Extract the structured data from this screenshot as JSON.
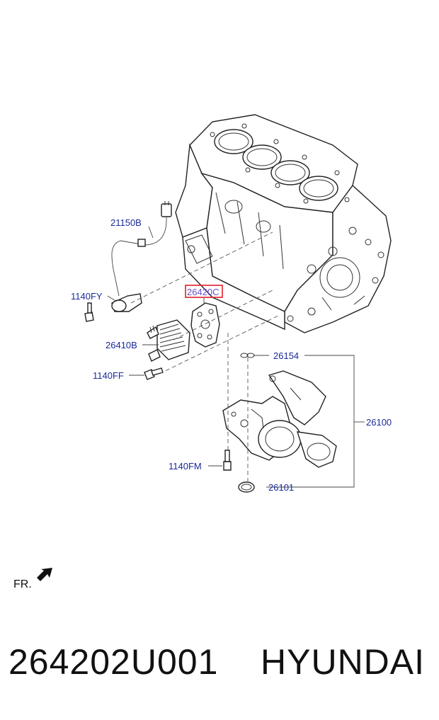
{
  "labels": {
    "sensor": "21150B",
    "bolt_sensor": "1140FY",
    "gasket": "26420C",
    "cooler": "26410B",
    "bolt_cooler": "1140FF",
    "o_ring_top": "26154",
    "pump_assy": "26100",
    "bolt_pump": "1140FM",
    "o_ring_bottom": "26101",
    "front_marker": "FR."
  },
  "highlight": {
    "label": "gasket",
    "color": "#e0202a"
  },
  "footer": {
    "part_number": "264202U001",
    "brand": "HYUNDAI"
  },
  "colors": {
    "label_text": "#1a2a9a",
    "line_art": "#222222"
  }
}
